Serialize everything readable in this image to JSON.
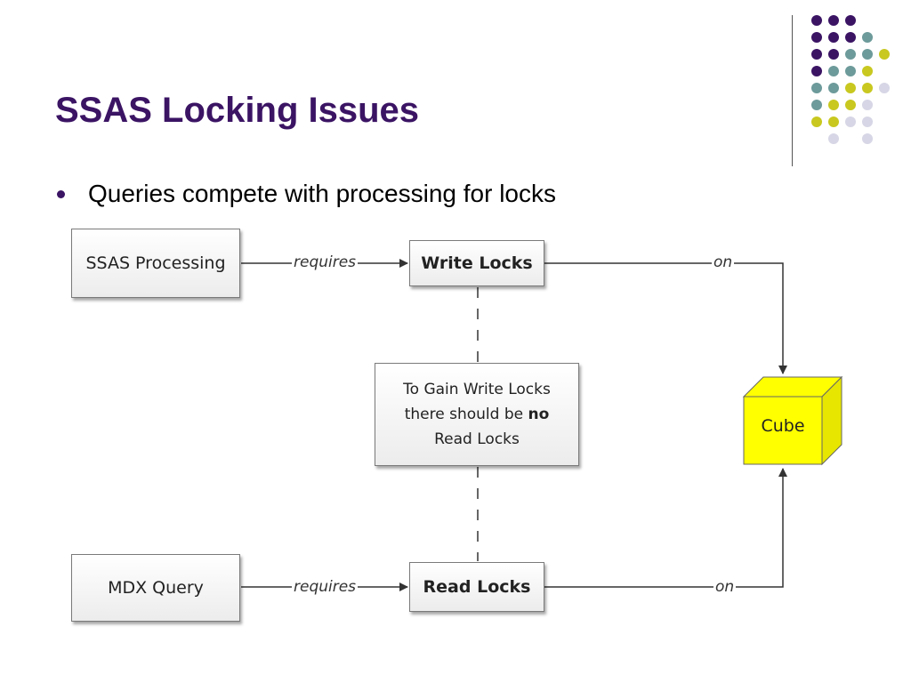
{
  "slide": {
    "title": "SSAS Locking Issues",
    "bullet": "Queries compete with processing for locks"
  },
  "diagram": {
    "ssas_processing": "SSAS Processing",
    "write_locks": "Write Locks",
    "gain_line1": "To Gain Write Locks",
    "gain_line2_pre": "there should be ",
    "gain_line2_bold": "no",
    "gain_line3": "Read Locks",
    "mdx_query": "MDX Query",
    "read_locks": "Read Locks",
    "requires_top": "requires",
    "requires_bottom": "requires",
    "on_top": "on",
    "on_bottom": "on",
    "cube": "Cube"
  },
  "colors": {
    "title": "#3b1464",
    "cube_fill": "#ffff00",
    "dot_purple": "#3b1464",
    "dot_teal": "#6d9a9a",
    "dot_yellow": "#c8c820",
    "dot_lavender": "#d6d6e6"
  }
}
